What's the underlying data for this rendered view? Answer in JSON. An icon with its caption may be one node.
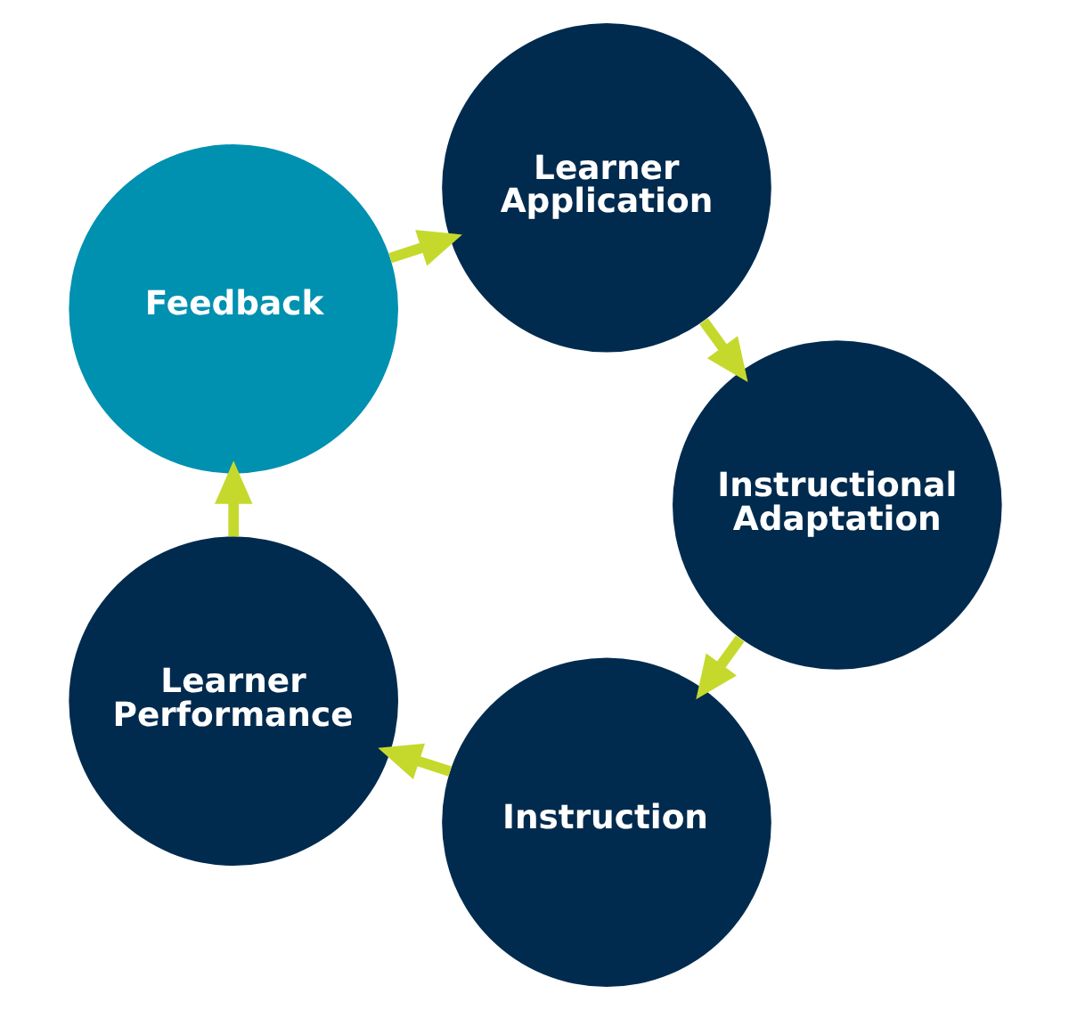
{
  "diagram": {
    "nodes": [
      {
        "text": [
          "Instruction"
        ]
      },
      {
        "text": [
          "Learner Performance"
        ]
      },
      {
        "text": [
          "Feedback"
        ]
      },
      {
        "text": [
          "Learner Application"
        ]
      },
      {
        "text": [
          "Instructional Adaptation"
        ]
      }
    ],
    "edges": [
      {
        "from": 0,
        "to": 1,
        "arrow": "to"
      },
      {
        "from": 1,
        "to": 2,
        "arrow": "to"
      },
      {
        "from": 2,
        "to": 3,
        "arrow": "to"
      },
      {
        "from": 3,
        "to": 4,
        "arrow": "to"
      },
      {
        "from": 4,
        "to": 0,
        "arrow": "to"
      }
    ]
  }
}
